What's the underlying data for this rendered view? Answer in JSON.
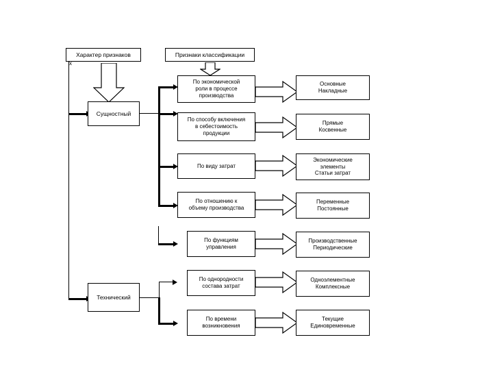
{
  "diagram": {
    "title_nodes": [
      {
        "id": "character-of-features",
        "label": "Характер признаков"
      },
      {
        "id": "classification-features",
        "label": "Признаки классификации"
      }
    ],
    "level_nodes": [
      {
        "id": "essential",
        "label": "Сущностный"
      },
      {
        "id": "technical",
        "label": "Технический"
      }
    ],
    "criteria_nodes": [
      {
        "id": "by-economic-role",
        "label": "По экономической\nроли в процессе\nпроизводства"
      },
      {
        "id": "by-inclusion-method",
        "label": "По способу включения\nв себестоимость\nпродукции"
      },
      {
        "id": "by-cost-type",
        "label": "По виду затрат"
      },
      {
        "id": "by-production-volume",
        "label": "По отношению к\nобъему производства"
      },
      {
        "id": "by-management-functions",
        "label": "По функциям\nуправления"
      },
      {
        "id": "by-cost-homogeneity",
        "label": "По однородности\nсостава затрат"
      },
      {
        "id": "by-time-of-occurrence",
        "label": "По времени\nвозникновения"
      }
    ],
    "result_nodes": [
      {
        "id": "basic-overhead",
        "label": "Основные\nНакладные"
      },
      {
        "id": "direct-indirect",
        "label": "Прямые\nКосвенные"
      },
      {
        "id": "economic-elements",
        "label": "Экономические\nэлементы\nСтатьи затрат"
      },
      {
        "id": "variable-fixed",
        "label": "Переменные\nПостоянные"
      },
      {
        "id": "production-periodic",
        "label": "Производственные\nПериодические"
      },
      {
        "id": "single-complex",
        "label": "Одноэлементные\nКомплексные"
      },
      {
        "id": "current-onetime",
        "label": "Текущие\nЕдиновременные"
      }
    ],
    "marker": {
      "id": "x-marker",
      "label": "x"
    },
    "colors": {
      "stroke": "#000000",
      "fill": "#ffffff",
      "text": "#000000"
    }
  }
}
